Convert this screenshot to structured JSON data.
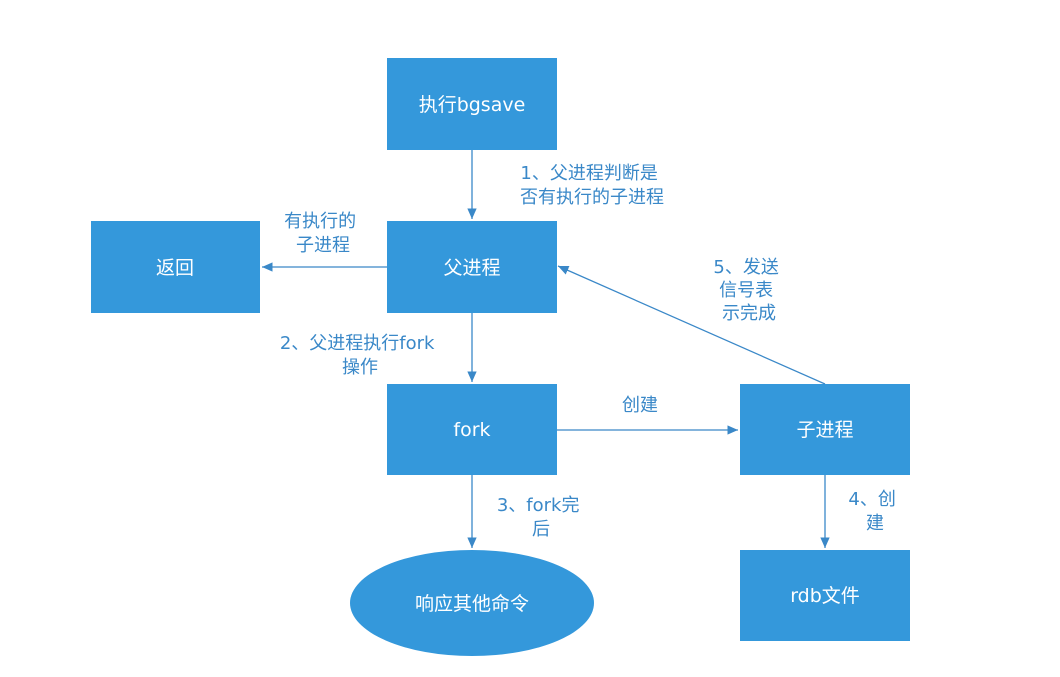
{
  "colors": {
    "node_fill": "#3498db",
    "edge": "#3a88c8",
    "node_text": "#ffffff",
    "edge_text": "#3a88c8"
  },
  "nodes": {
    "bgsave": "执行bgsave",
    "parent": "父进程",
    "return": "返回",
    "fork": "fork",
    "child": "子进程",
    "respond": "响应其他命令",
    "rdb": "rdb文件"
  },
  "edges": {
    "step1": [
      "1、父进程判断是",
      "否有执行的子进程"
    ],
    "has_child": [
      "有执行的",
      "子进程"
    ],
    "step2": [
      "2、父进程执行fork",
      "操作"
    ],
    "create": [
      "创建"
    ],
    "step3": [
      "3、fork完",
      "后"
    ],
    "step4": [
      "4、创",
      "建"
    ],
    "step5": [
      "5、发送",
      "信号表",
      "示完成"
    ]
  }
}
